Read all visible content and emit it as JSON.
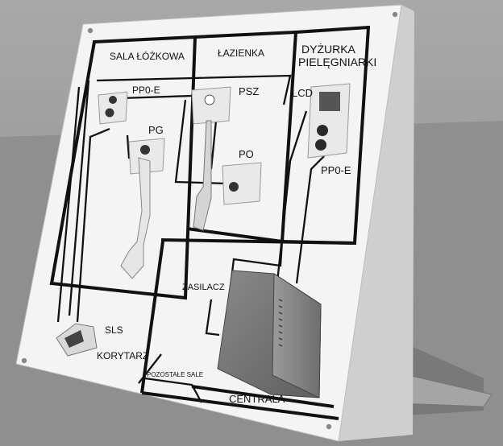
{
  "scene": {
    "rooms": {
      "sala": "SALA ŁÓŻKOWA",
      "lazienka": "ŁAZIENKA",
      "dyzurka_line1": "DYŻURKA",
      "dyzurka_line2": "PIELĘGNIARKI",
      "korytarz": "KORYTARZ",
      "pozostale": "POZOSTAŁE SALE",
      "centrala": "CENTRALA"
    },
    "devices": {
      "pp0e_sala": "PP0-E",
      "pg": "PG",
      "psz": "PSZ",
      "po": "PO",
      "lcd": "LCD",
      "pp0e_dyzurka": "PP0-E",
      "zasilacz": "ZASILACZ",
      "sls": "SLS"
    },
    "colors": {
      "board": "#f4f4f4",
      "wire": "#111111",
      "floor": "#8e8e8e",
      "device": "#e9e9e9",
      "power_supply": "#6c6c6c"
    }
  }
}
